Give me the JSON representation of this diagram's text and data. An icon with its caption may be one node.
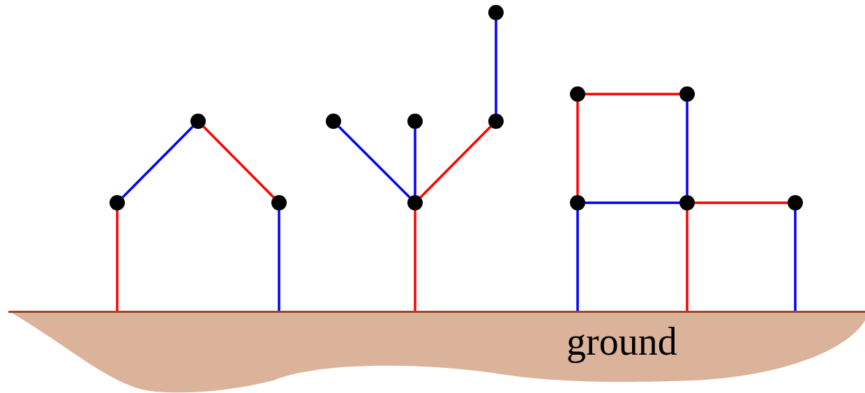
{
  "diagram": {
    "nodes": [
      {
        "text": [
          "ground"
        ]
      },
      {
        "text": [],
        "shape": "circle"
      },
      {
        "text": [],
        "shape": "circle"
      },
      {
        "text": [],
        "shape": "circle"
      },
      {
        "text": [],
        "shape": "circle"
      },
      {
        "text": [],
        "shape": "circle"
      },
      {
        "text": [],
        "shape": "circle"
      },
      {
        "text": [],
        "shape": "circle"
      },
      {
        "text": [],
        "shape": "circle"
      },
      {
        "text": [],
        "shape": "circle"
      },
      {
        "text": [],
        "shape": "circle"
      },
      {
        "text": [],
        "shape": "circle"
      },
      {
        "text": [],
        "shape": "circle"
      },
      {
        "text": [],
        "shape": "circle"
      }
    ],
    "edges": [
      {
        "from": 0,
        "to": 1,
        "arrow": "none",
        "color": "#ff0000"
      },
      {
        "from": 1,
        "to": 2,
        "arrow": "none",
        "color": "#0000ff"
      },
      {
        "from": 2,
        "to": 3,
        "arrow": "none",
        "color": "#ff0000"
      },
      {
        "from": 0,
        "to": 3,
        "arrow": "none",
        "color": "#0000ff"
      },
      {
        "from": 0,
        "to": 5,
        "arrow": "none",
        "color": "#ff0000"
      },
      {
        "from": 5,
        "to": 4,
        "arrow": "none",
        "color": "#0000ff"
      },
      {
        "from": 5,
        "to": 6,
        "arrow": "none",
        "color": "#0000ff"
      },
      {
        "from": 5,
        "to": 8,
        "arrow": "none",
        "color": "#ff0000"
      },
      {
        "from": 8,
        "to": 7,
        "arrow": "none",
        "color": "#0000ff"
      },
      {
        "from": 0,
        "to": 10,
        "arrow": "none",
        "color": "#0000ff"
      },
      {
        "from": 10,
        "to": 9,
        "arrow": "none",
        "color": "#ff0000"
      },
      {
        "from": 9,
        "to": 11,
        "arrow": "none",
        "color": "#ff0000"
      },
      {
        "from": 11,
        "to": 12,
        "arrow": "none",
        "color": "#0000ff"
      },
      {
        "from": 10,
        "to": 12,
        "arrow": "none",
        "color": "#0000ff"
      },
      {
        "from": 0,
        "to": 12,
        "arrow": "none",
        "color": "#ff0000"
      },
      {
        "from": 12,
        "to": 13,
        "arrow": "none",
        "color": "#ff0000"
      },
      {
        "from": 0,
        "to": 13,
        "arrow": "none",
        "color": "#0000ff"
      }
    ]
  }
}
